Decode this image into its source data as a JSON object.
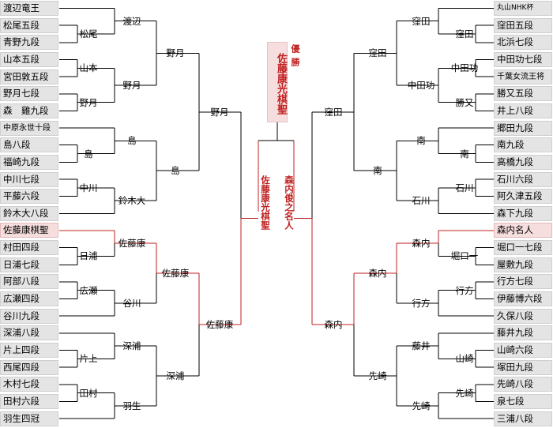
{
  "tournament": {
    "champion_title": "佐藤康光棋聖",
    "champion_caption": "優勝",
    "final_left": "佐藤康光棋聖",
    "final_right": "森内俊之名人"
  },
  "left": {
    "players": [
      {
        "name": "渡辺竜王"
      },
      {
        "name": "松尾五段"
      },
      {
        "name": "青野九段"
      },
      {
        "name": "山本五段"
      },
      {
        "name": "宮田敦五段"
      },
      {
        "name": "野月七段"
      },
      {
        "name": "森　雞九段"
      },
      {
        "name": "中原永世十段",
        "style": "sm"
      },
      {
        "name": "島八段"
      },
      {
        "name": "福崎九段"
      },
      {
        "name": "中川七段"
      },
      {
        "name": "平藤六段"
      },
      {
        "name": "鈴木大八段"
      },
      {
        "name": "佐藤康棋聖",
        "highlight": true
      },
      {
        "name": "村田四段"
      },
      {
        "name": "日浦七段"
      },
      {
        "name": "阿部八段"
      },
      {
        "name": "広瀬四段"
      },
      {
        "name": "谷川九段"
      },
      {
        "name": "深浦八段"
      },
      {
        "name": "片上四段"
      },
      {
        "name": "西尾四段"
      },
      {
        "name": "木村七段"
      },
      {
        "name": "田村六段"
      },
      {
        "name": "羽生四冠"
      }
    ],
    "round1": [
      "松尾",
      "山本",
      "野月",
      "島",
      "中川",
      "日浦",
      "広瀬",
      "片上",
      "田村"
    ],
    "round2": [
      "渡辺",
      "野月",
      "島",
      "鈴木大",
      "佐藤康",
      "谷川",
      "深浦",
      "羽生"
    ],
    "round3": [
      "野月",
      "島",
      "佐藤康",
      "深浦"
    ],
    "round4": [
      "野月",
      "佐藤康"
    ]
  },
  "right": {
    "players": [
      {
        "name": "丸山NHK杯",
        "style": "xs"
      },
      {
        "name": "窪田五段"
      },
      {
        "name": "北浜七段"
      },
      {
        "name": "中田功七段"
      },
      {
        "name": "千葉女流王将",
        "style": "sm"
      },
      {
        "name": "勝又五段"
      },
      {
        "name": "井上八段"
      },
      {
        "name": "郷田九段"
      },
      {
        "name": "南九段"
      },
      {
        "name": "高橋九段"
      },
      {
        "name": "石川六段"
      },
      {
        "name": "阿久津五段"
      },
      {
        "name": "森下九段"
      },
      {
        "name": "森内名人",
        "highlight": true
      },
      {
        "name": "堀口一七段"
      },
      {
        "name": "屋敷九段"
      },
      {
        "name": "行方七段"
      },
      {
        "name": "伊藤博六段"
      },
      {
        "name": "久保八段"
      },
      {
        "name": "藤井九段"
      },
      {
        "name": "山崎六段"
      },
      {
        "name": "塚田九段"
      },
      {
        "name": "先崎八段"
      },
      {
        "name": "泉七段"
      },
      {
        "name": "三浦八段"
      }
    ],
    "round1": [
      "窪田",
      "中田功",
      "勝又",
      "南",
      "石川",
      "堀口一",
      "行方",
      "山崎",
      "先崎"
    ],
    "round2": [
      "窪田",
      "中田功",
      "南",
      "石川",
      "森内",
      "行方",
      "藤井",
      "先崎"
    ],
    "round3": [
      "窪田",
      "南",
      "森内",
      "先崎"
    ],
    "round4": [
      "窪田",
      "森内"
    ]
  },
  "colors": {
    "line": "#000000",
    "win_line": "#c02020",
    "box": "#e4e4e4",
    "box_highlight": "#f7dede"
  }
}
